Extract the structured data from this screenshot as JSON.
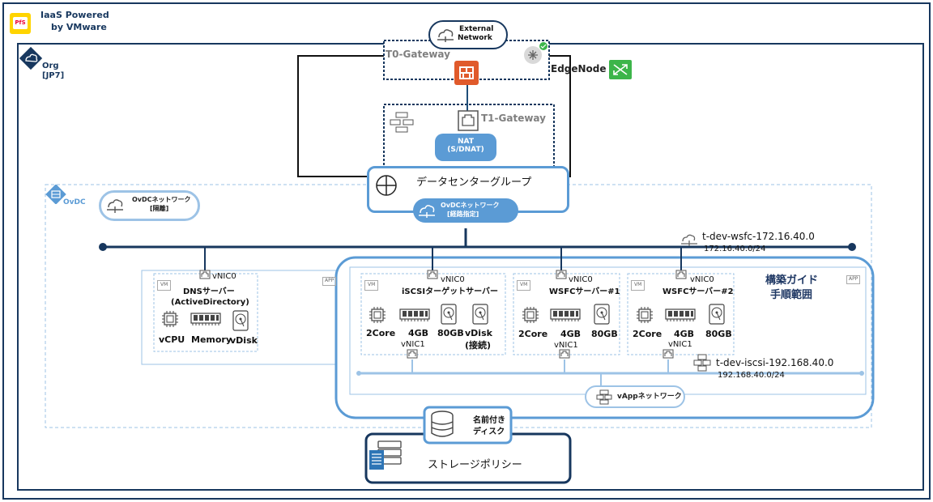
{
  "brand": {
    "logo_text": "PfS",
    "line1": "IaaS Powered",
    "line2": "by VMware"
  },
  "org": {
    "label": "Org",
    "sub": "[JP7]"
  },
  "external_network": {
    "line1": "External",
    "line2": "Network"
  },
  "t0": {
    "label": "T0-Gateway"
  },
  "edge": {
    "label": "EdgeNode"
  },
  "t1": {
    "label": "T1-Gateway"
  },
  "nat": {
    "line1": "NAT",
    "line2": "(S/DNAT)"
  },
  "dc_group": {
    "label": "データセンターグループ"
  },
  "ovdc": {
    "label": "OvDC"
  },
  "ovdc_isolated": {
    "line1": "OvDCネットワーク",
    "line2": "[隔離]"
  },
  "ovdc_routed": {
    "line1": "OvDCネットワーク",
    "line2": "[経路指定]"
  },
  "net_wsfc": {
    "name": "t-dev-wsfc-172.16.40.0",
    "cidr": "172.16.40.0/24"
  },
  "net_iscsi": {
    "name": "t-dev-iscsi-192.168.40.0",
    "cidr": "192.168.40.0/24"
  },
  "guide": {
    "line1": "構築ガイド",
    "line2": "手順範囲"
  },
  "app_tag": "APP",
  "vm_tag": "VM",
  "servers": [
    {
      "nic0": "vNIC0",
      "name1": "DNSサーバー",
      "name2": "(ActiveDirectory)",
      "cpu": "vCPU",
      "mem": "Memory",
      "disk": "vDisk"
    },
    {
      "nic0": "vNIC0",
      "name": "iSCSIターゲットサーバー",
      "cpu": "2Core",
      "mem": "4GB",
      "disk1": "80GB",
      "disk2": "vDisk",
      "disk2b": "(接続)",
      "nic1": "vNIC1"
    },
    {
      "nic0": "vNIC0",
      "name": "WSFCサーバー#1",
      "cpu": "2Core",
      "mem": "4GB",
      "disk1": "80GB",
      "nic1": "vNIC1"
    },
    {
      "nic0": "vNIC0",
      "name": "WSFCサーバー#2",
      "cpu": "2Core",
      "mem": "4GB",
      "disk1": "80GB",
      "nic1": "vNIC1"
    }
  ],
  "vapp_network": {
    "label": "vAppネットワーク"
  },
  "named_disk": {
    "line1": "名前付き",
    "line2": "ディスク"
  },
  "storage_policy": {
    "label": "ストレージポリシー"
  },
  "colors": {
    "navy": "#17375e",
    "light_blue": "#5b9bd5",
    "pale_blue": "#9dc3e6",
    "firewall": "#e05a2b",
    "edge_green": "#3cb54a"
  }
}
